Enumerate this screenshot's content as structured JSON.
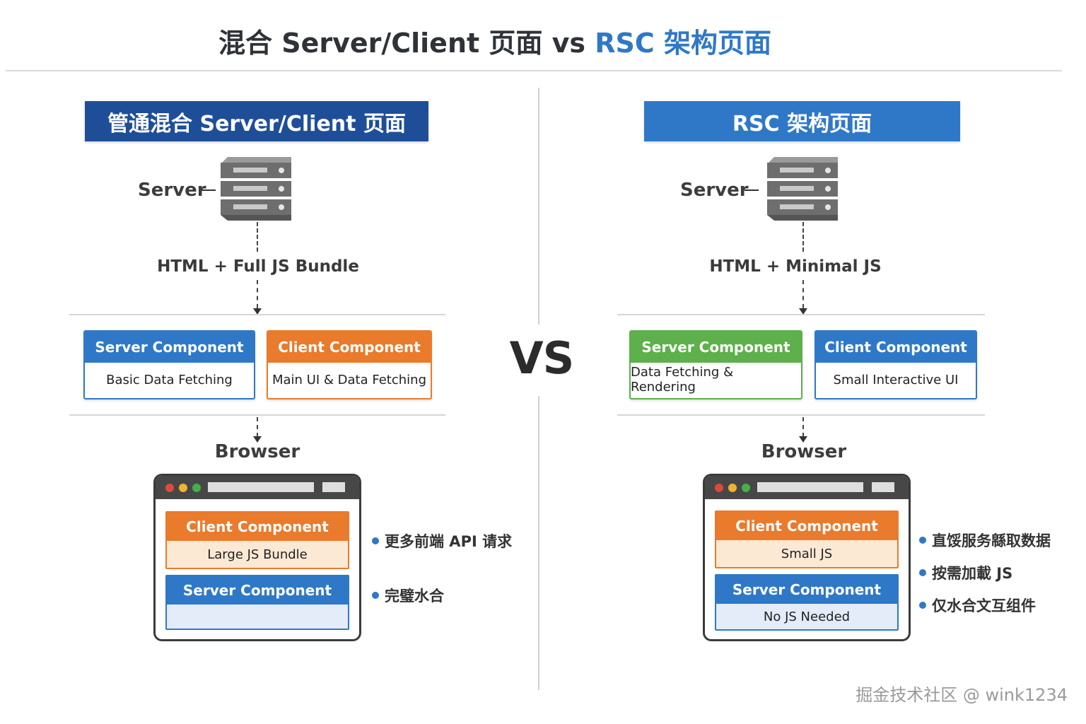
{
  "title": {
    "prefix": "混合 Server/Client 页面 vs",
    "accent": "RSC 架构页面"
  },
  "vs_text": "VS",
  "colors": {
    "dark_blue": "#1f4e99",
    "blue": "#2f78c8",
    "orange": "#ea7a2c",
    "green": "#5db04b",
    "light_orange": "#fbe9d4",
    "light_blue": "#e3ecf8"
  },
  "left": {
    "panel_title": "管通混合 Server/Client 页面",
    "server_label": "Server",
    "server_icon": "server-rack-icon",
    "flow_label": "HTML + Full JS Bundle",
    "components": [
      {
        "head": "Server Component",
        "body": "Basic Data Fetching"
      },
      {
        "head": "Client Component",
        "body": "Main UI & Data Fetching"
      }
    ],
    "browser_label": "Browser",
    "browser_components": [
      {
        "head": "Client Component",
        "body": "Large JS Bundle"
      },
      {
        "head": "Server Component",
        "body": ""
      }
    ],
    "notes": [
      "更多前端 API 请求",
      "完璧水合"
    ]
  },
  "right": {
    "panel_title": "RSC 架构页面",
    "server_label": "Server",
    "server_icon": "server-rack-icon",
    "flow_label": "HTML + Minimal JS",
    "components": [
      {
        "head": "Server Component",
        "body": "Data Fetching & Rendering"
      },
      {
        "head": "Client Component",
        "body": "Small Interactive UI"
      }
    ],
    "browser_label": "Browser",
    "browser_components": [
      {
        "head": "Client Component",
        "body": "Small JS"
      },
      {
        "head": "Server Component",
        "body": "No JS Needed"
      }
    ],
    "notes": [
      "直馁服务緜取数据",
      "按需加載 JS",
      "仅水合文互组件"
    ]
  },
  "watermark": "掘金技术社区 @ wink1234"
}
